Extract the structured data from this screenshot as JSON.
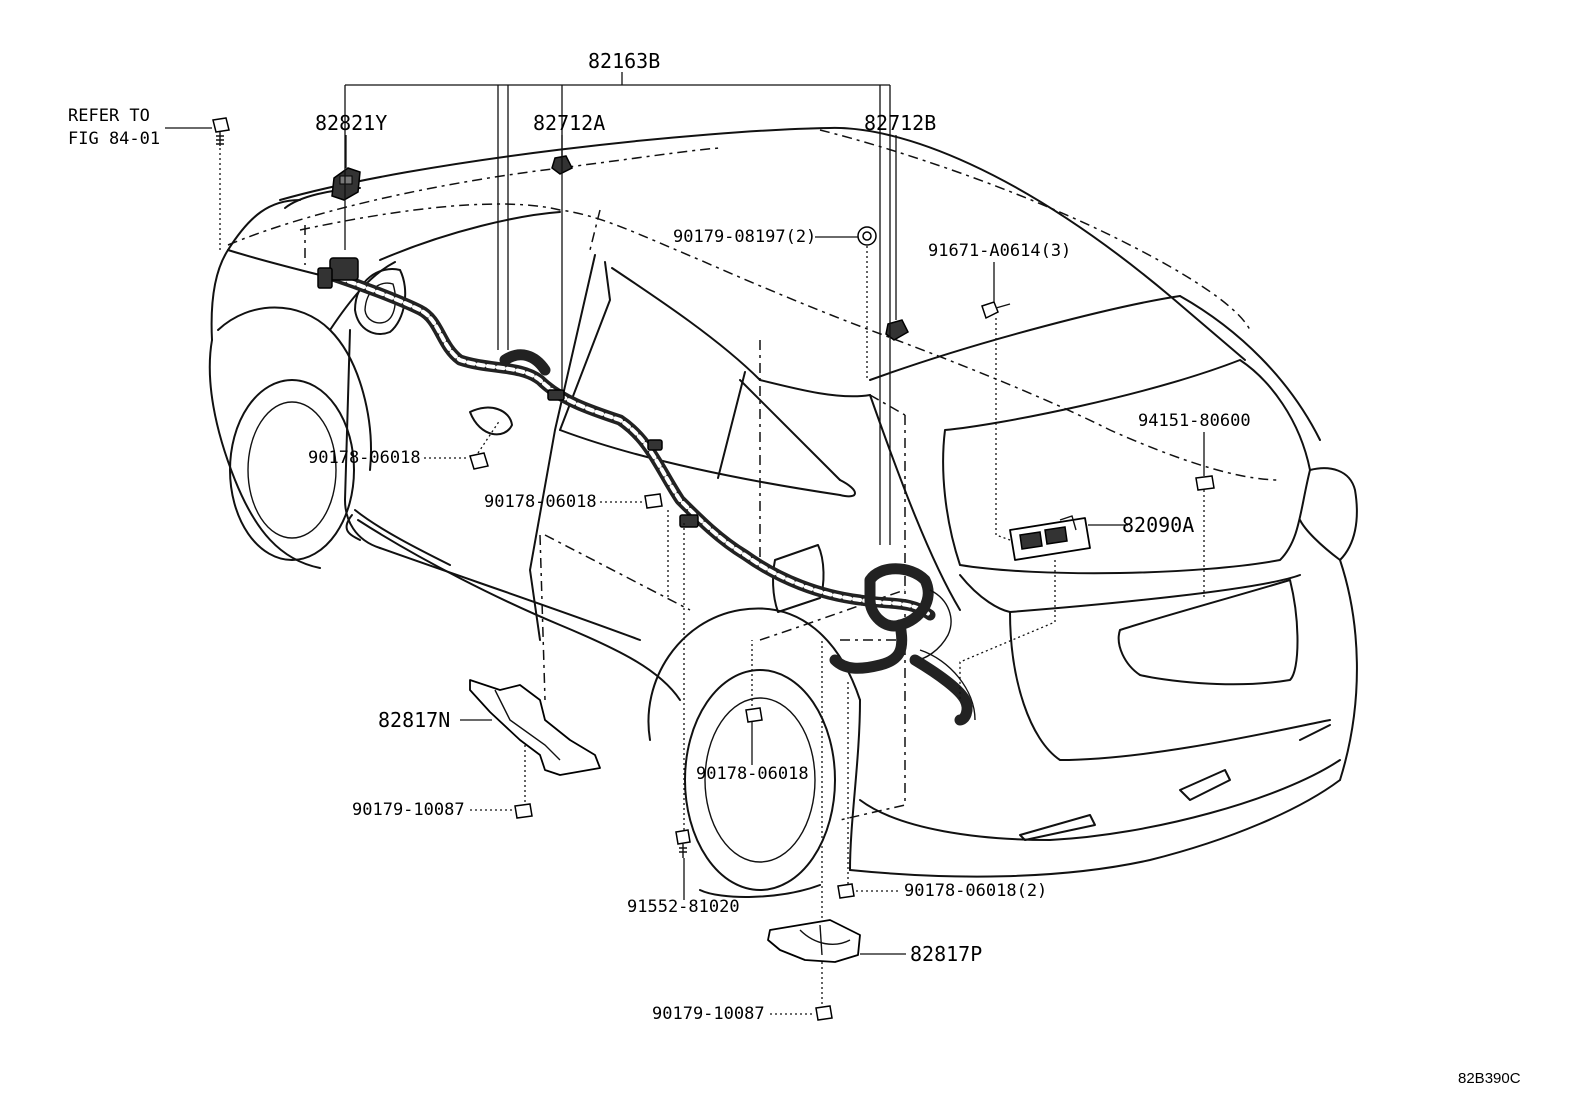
{
  "labels": {
    "assembly": "82163B",
    "refer_line1": "REFER TO",
    "refer_line2": "FIG 84-01",
    "p82821Y": "82821Y",
    "p82712A": "82712A",
    "p82712B": "82712B",
    "p90179_08197": "90179-08197(2)",
    "p91671_A0614": "91671-A0614(3)",
    "p94151_80600": "94151-80600",
    "p82090A": "82090A",
    "p90178_06018_a": "90178-06018",
    "p90178_06018_b": "90178-06018",
    "p90178_06018_c": "90178-06018",
    "p90178_06018_d": "90178-06018(2)",
    "p82817N": "82817N",
    "p90179_10087_a": "90179-10087",
    "p91552_81020": "91552-81020",
    "p82817P": "82817P",
    "p90179_10087_b": "90179-10087",
    "illustration_code": "82B390C"
  }
}
